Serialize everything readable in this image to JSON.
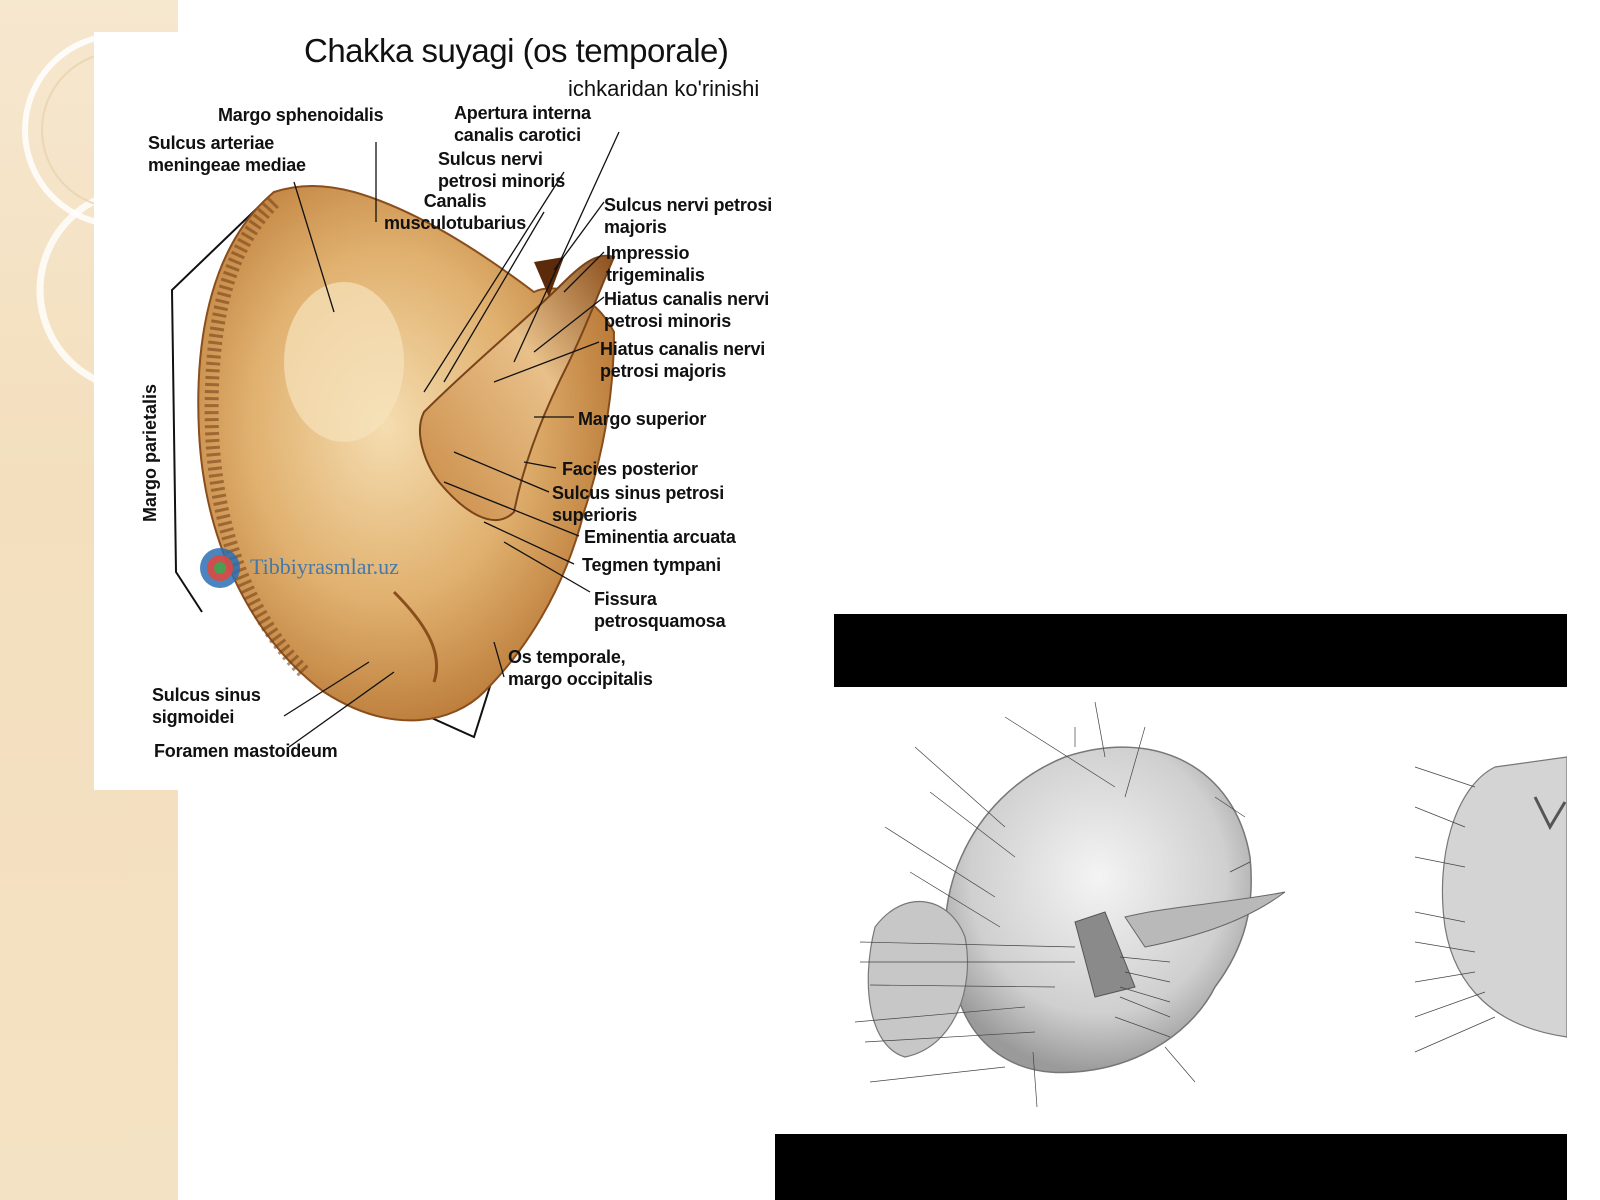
{
  "figure_1": {
    "title": "Chakka suyagi (os temporale)",
    "subtitle": "ichkaridan ko'rinishi",
    "watermark": "Tibbiyrasmlar.uz",
    "labels": {
      "margo_sphenoidalis": "Margo sphenoidalis",
      "sulcus_arteriae": "Sulcus arteriae\nmeningeae mediae",
      "apertura_interna": "Apertura interna\ncanalis carotici",
      "sulcus_nervi_petrosi_minoris": "Sulcus nervi\npetrosi minoris",
      "canalis_musculotubarius": "Canalis\nmusculotubarius",
      "sulcus_nervi_petrosi_majoris": "Sulcus nervi petrosi\nmajoris",
      "impressio_trigeminalis": "Impressio\ntrigeminalis",
      "hiatus_minoris": "Hiatus canalis nervi\npetrosi minoris",
      "hiatus_majoris": "Hiatus canalis nervi\npetrosi majoris",
      "margo_superior": "Margo superior",
      "facies_posterior": "Facies posterior",
      "sulcus_sinus_petrosi": "Sulcus sinus petrosi\nsuperioris",
      "eminentia_arcuata": "Eminentia arcuata",
      "tegmen_tympani": "Tegmen tympani",
      "fissura_petrosquamosa": "Fissura\npetrosquamosa",
      "os_temporale_margo": "Os temporale,\nmargo occipitalis",
      "sulcus_sinus_sigmoidei": "Sulcus sinus\nsigmoidei",
      "foramen_mastoideum": "Foramen mastoideum",
      "margo_parietalis": "Margo parietalis"
    }
  },
  "colors": {
    "bone": "#d9a766",
    "bone_dark": "#a8662a",
    "bone_light": "#f2d7a6",
    "side_band": "#f3dfbd"
  }
}
